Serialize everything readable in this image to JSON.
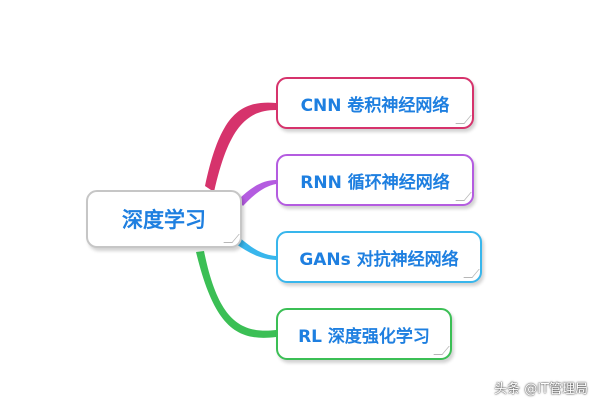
{
  "mindmap": {
    "root": {
      "label": "深度学习"
    },
    "children": [
      {
        "label": "CNN 卷积神经网络",
        "color": "#d6336c"
      },
      {
        "label": "RNN 循环神经网络",
        "color": "#b45ce0"
      },
      {
        "label": "GANs 对抗神经网络",
        "color": "#38b6ec"
      },
      {
        "label": "RL 深度强化学习",
        "color": "#3bbf55"
      }
    ]
  },
  "watermark": {
    "text": "头条 @IT管理局"
  }
}
